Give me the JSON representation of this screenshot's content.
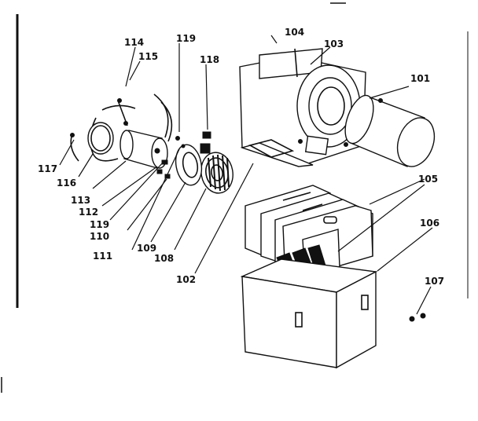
{
  "labels": {
    "l101": "101",
    "l102": "102",
    "l103": "103",
    "l104": "104",
    "l105": "105",
    "l106": "106",
    "l107": "107",
    "l108": "108",
    "l109": "109",
    "l110": "110",
    "l111": "111",
    "l112": "112",
    "l113": "113",
    "l114": "114",
    "l115": "115",
    "l116": "116",
    "l117": "117",
    "l118": "118",
    "l119a": "119",
    "l119b": "119"
  }
}
